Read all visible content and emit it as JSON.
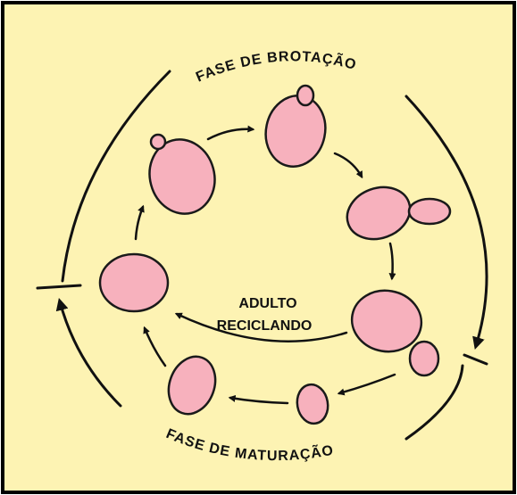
{
  "colors": {
    "background": "#fdf3b3",
    "frame": "#000000",
    "cell_fill": "#f7b1bd",
    "cell_stroke": "#1a1a1a",
    "ink": "#111111"
  },
  "labels": {
    "budding_phase": "FASE DE BROTAÇÃO",
    "maturation_phase": "FASE DE MATURAÇÃO",
    "center_line1": "ADULTO",
    "center_line2": "RECICLANDO"
  },
  "cycle": {
    "stages": [
      "cell-with-bud-start",
      "cell-with-bud-growing",
      "cell-with-large-bud",
      "cell-with-bud-separating",
      "small-daughter-cell",
      "maturing-cell",
      "adult-cell"
    ]
  }
}
